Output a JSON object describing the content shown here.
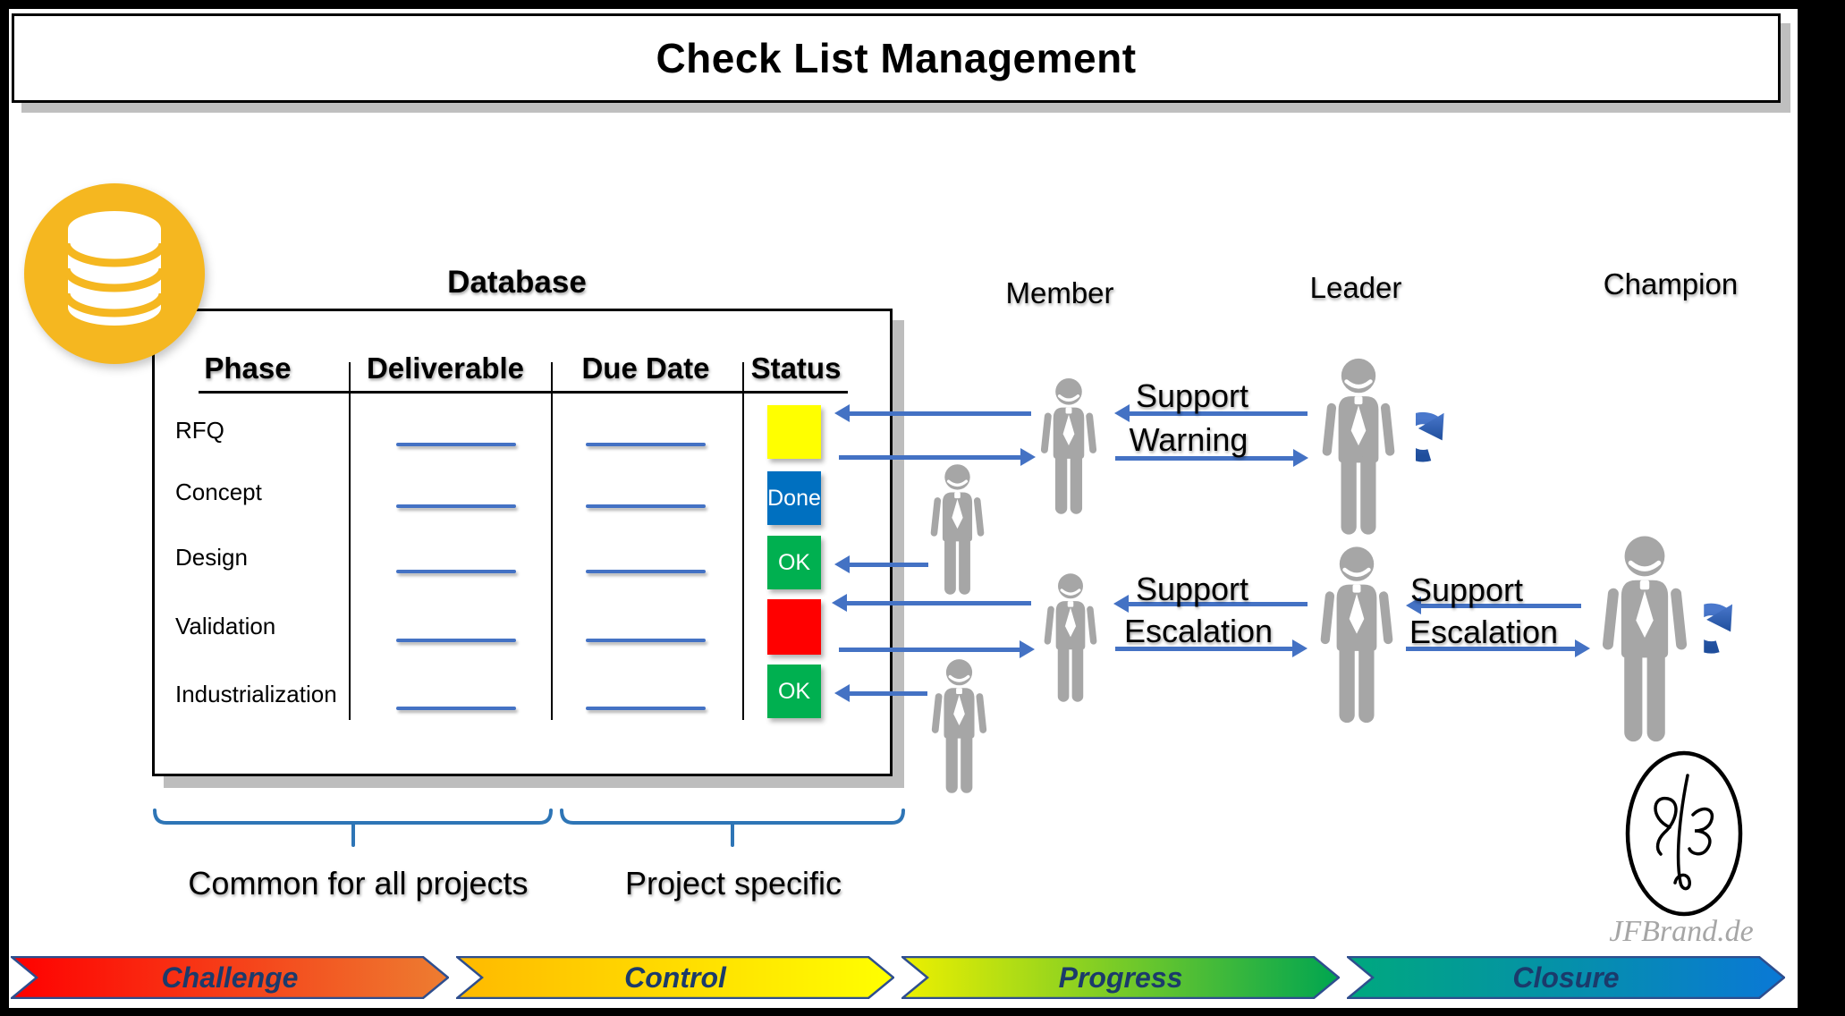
{
  "title": "Check List Management",
  "database": {
    "label": "Database",
    "icon_color": "#F5B720"
  },
  "table": {
    "headers": [
      "Phase",
      "Deliverable",
      "Due Date",
      "Status"
    ],
    "rows": [
      {
        "phase": "RFQ",
        "status_label": "",
        "status_color": "#FFFF00"
      },
      {
        "phase": "Concept",
        "status_label": "Done",
        "status_color": "#0070C0"
      },
      {
        "phase": "Design",
        "status_label": "OK",
        "status_color": "#00B050"
      },
      {
        "phase": "Validation",
        "status_label": "",
        "status_color": "#FF0000"
      },
      {
        "phase": "Industrialization",
        "status_label": "OK",
        "status_color": "#00B050"
      }
    ]
  },
  "braces": {
    "left_label": "Common for all projects",
    "right_label": "Project specific",
    "color": "#2E75B6"
  },
  "actors": {
    "member": "Member",
    "leader": "Leader",
    "champion": "Champion"
  },
  "flows": {
    "tier1": {
      "support": "Support",
      "warning": "Warning"
    },
    "tier2": {
      "support": "Support",
      "escalation": "Escalation"
    },
    "tier3": {
      "support": "Support",
      "escalation": "Escalation"
    }
  },
  "colors": {
    "arrow_blue": "#4472C4",
    "figure_gray": "#A6A6A6",
    "loop_arrow_dark": "#1F4E9C",
    "loop_arrow_light": "#4A78CC"
  },
  "chevrons": [
    {
      "label": "Challenge",
      "color_from": "#FF0000",
      "color_to": "#ED7D31"
    },
    {
      "label": "Control",
      "color_from": "#FFB900",
      "color_to": "#FFFF00"
    },
    {
      "label": "Progress",
      "color_from": "#EDF000",
      "color_to": "#00A550"
    },
    {
      "label": "Closure",
      "color_from": "#00A87E",
      "color_to": "#0A78D6"
    }
  ],
  "branding": {
    "site": "JFBrand.de"
  }
}
